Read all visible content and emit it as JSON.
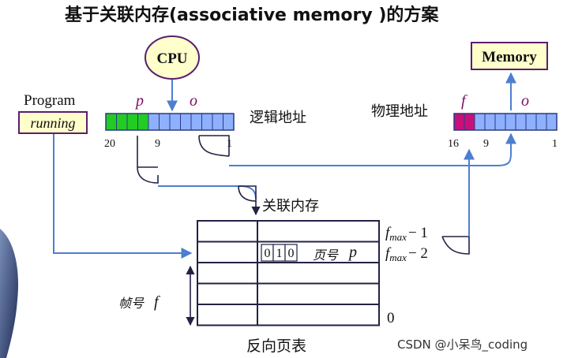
{
  "title": "基于关联内存(associative memory )的方案",
  "cpu_label": "CPU",
  "memory_label": "Memory",
  "program_label": "Program",
  "running_label": "running",
  "logical": {
    "p_label": "p",
    "o_label": "o",
    "caption": "逻辑地址",
    "bit_hi": "20",
    "bit_mid": "9",
    "bit_lo": "1"
  },
  "physical": {
    "f_label": "f",
    "o_label": "o",
    "caption": "物理地址",
    "bit_hi": "16",
    "bit_mid": "9",
    "bit_lo": "1"
  },
  "assoc_memory_label": "关联内存",
  "entry_bits": [
    "0",
    "1",
    "0"
  ],
  "entry_page_label": "页号",
  "entry_p": "p",
  "row_label_1_base": "f",
  "row_label_1_sub": "max",
  "row_label_1_suffix": "− 1",
  "row_label_2_base": "f",
  "row_label_2_sub": "max",
  "row_label_2_suffix": "− 2",
  "row_label_0": "0",
  "frame_label": "帧号",
  "frame_f": "f",
  "table_caption": "反向页表",
  "watermark": "CSDN @小呆鸟_coding",
  "colors": {
    "box_border": "#5b1e6e",
    "cpu_fill": "#ffffcc",
    "green_bit": "#22cc22",
    "blue_bit": "#8fb0ff",
    "magenta_bit": "#c8107a",
    "arrow": "#4d7fd0",
    "line": "#222244"
  }
}
